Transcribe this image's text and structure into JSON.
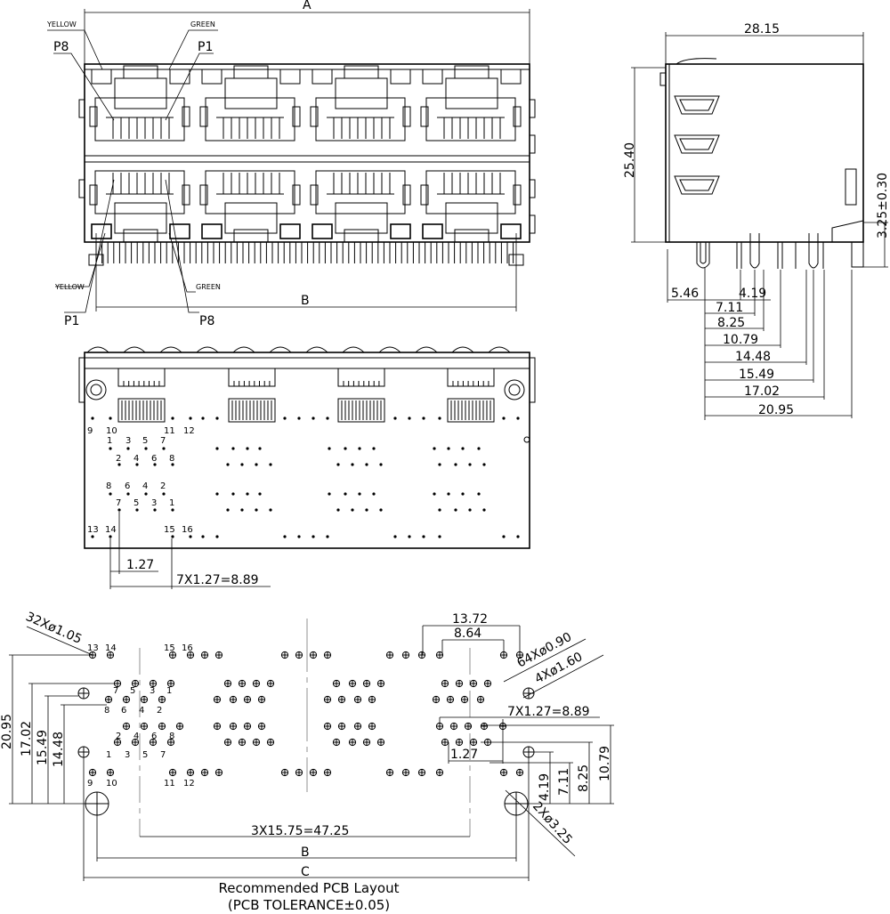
{
  "top_view": {
    "dim_a": "A",
    "dim_b": "B",
    "yellow_top": "YELLOW",
    "green_top": "GREEN",
    "p8_top": "P8",
    "p1_top": "P1",
    "p1_bottom": "P1",
    "yellow_bottom": "YELLOW",
    "p8_bottom": "P8",
    "green_bottom": "GREEN"
  },
  "side_view": {
    "width": "28.15",
    "height": "25.40",
    "pin_len": "3.25±0.30",
    "d1": "5.46",
    "d2": "4.19",
    "d3": "7.11",
    "d4": "8.25",
    "d5": "10.79",
    "d6": "14.48",
    "d7": "15.49",
    "d8": "17.02",
    "d9": "20.95"
  },
  "bottom_view": {
    "pin_labels": [
      "9",
      "10",
      "11",
      "12",
      "1",
      "3",
      "5",
      "7",
      "2",
      "4",
      "6",
      "8",
      "8",
      "6",
      "4",
      "2",
      "7",
      "5",
      "3",
      "1",
      "13",
      "14",
      "15",
      "16"
    ],
    "pitch": "1.27",
    "span": "7X1.27=8.89"
  },
  "pcb": {
    "hole_a": "32Xø1.05",
    "hole_b": "64Xø0.90",
    "hole_c": "4Xø1.60",
    "hole_d": "2Xø3.25",
    "dim_1372": "13.72",
    "dim_864": "8.64",
    "dim_span": "7X1.27=8.89",
    "dim_127": "1.27",
    "dim_411": "4.19",
    "dim_711": "7.11",
    "dim_825": "8.25",
    "dim_1079": "10.79",
    "v_2095": "20.95",
    "v_1702": "17.02",
    "v_1549": "15.49",
    "v_1448": "14.48",
    "dim_pitch": "3X15.75=47.25",
    "dim_b": "B",
    "dim_c": "C",
    "pin_labels": [
      "13",
      "14",
      "15",
      "16",
      "7",
      "5",
      "3",
      "1",
      "8",
      "6",
      "4",
      "2",
      "2",
      "4",
      "6",
      "8",
      "1",
      "3",
      "5",
      "7",
      "9",
      "10",
      "11",
      "12"
    ]
  },
  "caption": {
    "line1": "Recommended PCB Layout",
    "line2": "(PCB TOLERANCE±0.05)"
  }
}
